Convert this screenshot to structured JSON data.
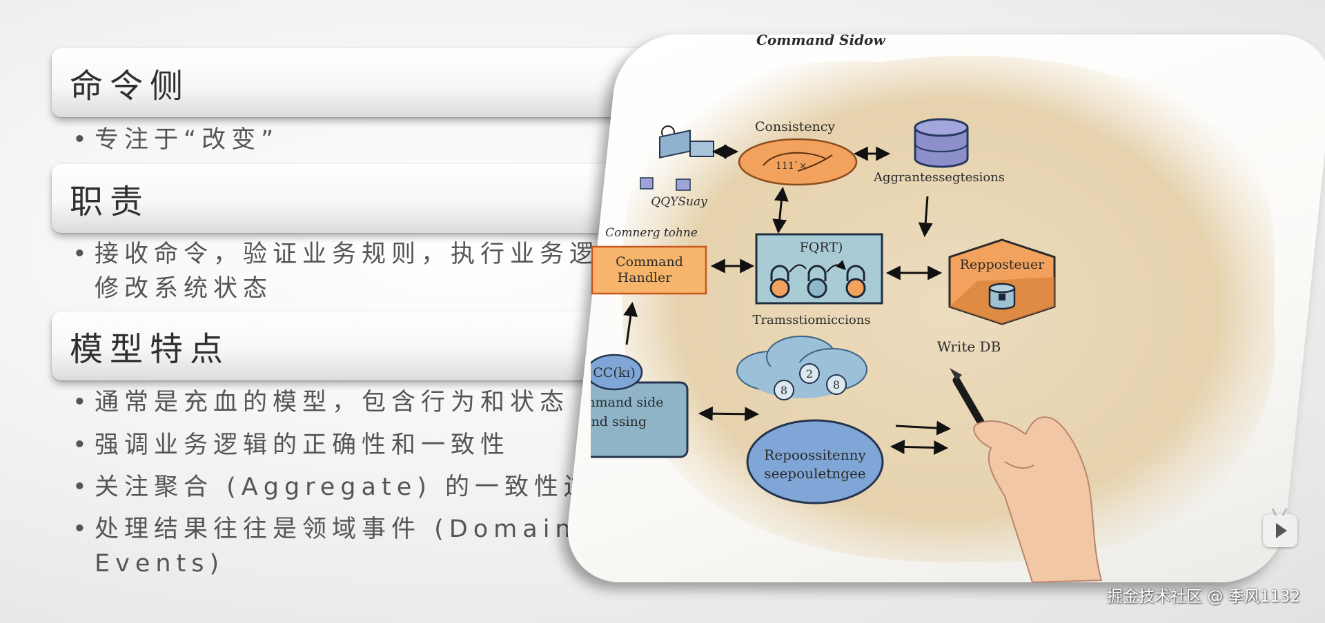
{
  "sections": [
    {
      "heading": "命令侧",
      "bullets": [
        "专注于“改变”"
      ]
    },
    {
      "heading": "职责",
      "bullets": [
        "接收命令，验证业务规则，执行业务逻辑，修改系统状态"
      ]
    },
    {
      "heading": "模型特点",
      "bullets": [
        "通常是充血的模型，包含行为和状态",
        "强调业务逻辑的正确性和一致性",
        "关注聚合 (Aggregate) 的一致性边界",
        "处理结果往往是领域事件 (Domain Events)"
      ]
    }
  ],
  "bullet_symbol": "•",
  "diagram": {
    "title": "Command Sidow",
    "consistency": "Consistency",
    "consistency_inner": "111`×",
    "qqysuay": "QQYSuay",
    "aggregates": "Aggrantessegtesions",
    "corner_label": "Comnerg tohne",
    "handler_line1": "Command",
    "handler_line2": "Handler",
    "fqrt": "FQRT)",
    "transitions": "Tramsstiomiccions",
    "repository_hex": "Repposteuer",
    "write_db": "Write DB",
    "ccki": "CC(kı)",
    "cmdside_line1": "Command side",
    "cmdside_line2": "frond ssing",
    "cloud_num_a": "2",
    "cloud_num_b": "8",
    "cloud_num_c": "8",
    "repo_line1": "Repoossitenny",
    "repo_line2": "seepouletngee"
  },
  "colors": {
    "orange": "#f2a25c",
    "teal_box": "#a9cbd6",
    "navy": "#26385e",
    "blue_oval": "#7fa6d6",
    "paper_wash": "#e9d6b4"
  },
  "watermark": "掘金技术社区 @ 季风1132"
}
